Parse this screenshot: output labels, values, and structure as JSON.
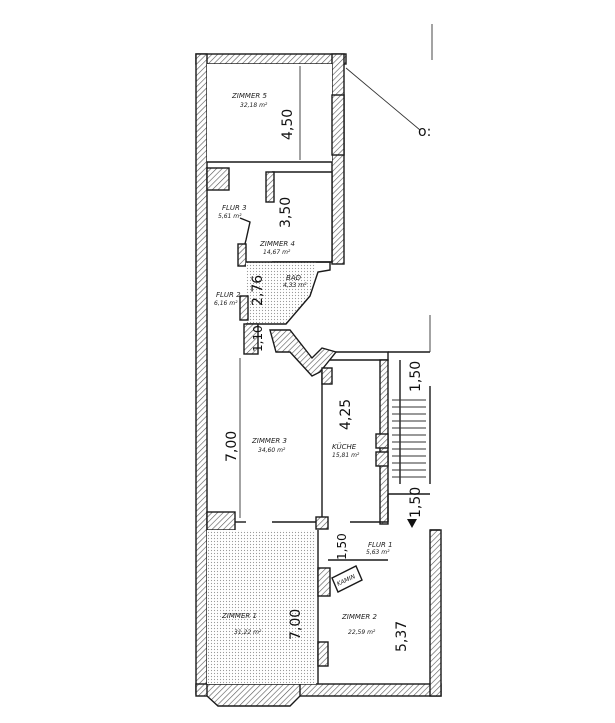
{
  "rooms": {
    "zimmer5": {
      "name": "ZIMMER 5",
      "area": "32,18 m²",
      "dim": "4,50"
    },
    "zimmer4": {
      "name": "ZIMMER 4",
      "area": "14,67 m²",
      "dim": "3,50"
    },
    "flur3": {
      "name": "FLUR 3",
      "area": "5,61 m²"
    },
    "bad": {
      "name": "BAD",
      "area": "4,33 m²",
      "dim": "2,76"
    },
    "flur2": {
      "name": "FLUR 2",
      "area": "6,16 m²",
      "dim": "1,10"
    },
    "zimmer3": {
      "name": "ZIMMER 3",
      "area": "34,60 m²",
      "dim": "7,00"
    },
    "kueche": {
      "name": "KÜCHE",
      "area": "15,81 m²",
      "dim": "4,25"
    },
    "flur1": {
      "name": "FLUR 1",
      "area": "5,63 m²",
      "dim": "1,50"
    },
    "zimmer1": {
      "name": "ZIMMER 1",
      "area": "31,22 m²",
      "dim": "7,00"
    },
    "zimmer2": {
      "name": "ZIMMER 2",
      "area": "22,59 m²",
      "dim": "5,37"
    }
  },
  "stair_dims": {
    "top": "1,50",
    "bottom": "1,50"
  },
  "kamin": "KAMIN",
  "edge_mark": "o:"
}
